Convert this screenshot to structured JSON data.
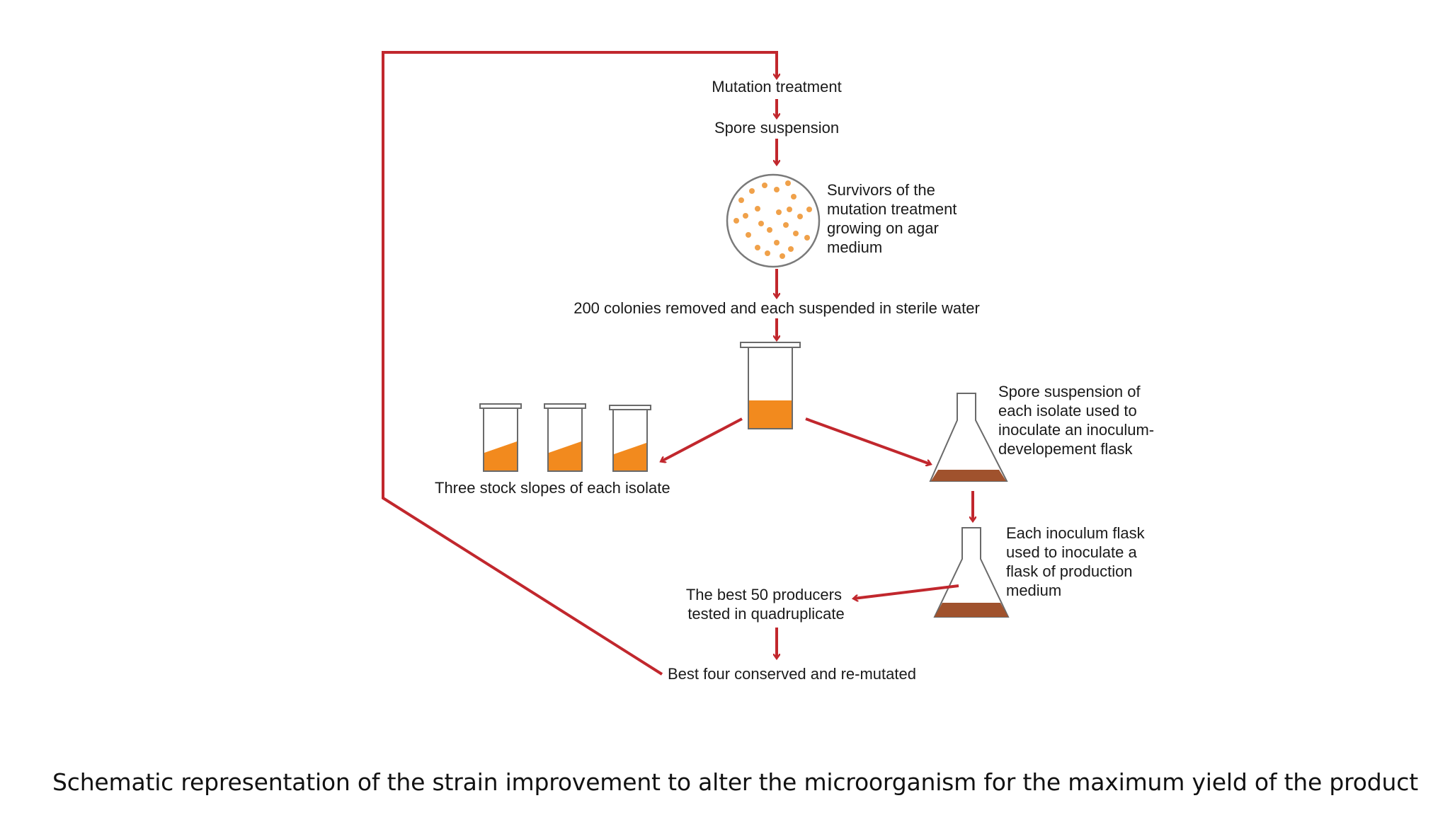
{
  "colors": {
    "arrow": "#c1272d",
    "culture": "#f28a1e",
    "flask_medium": "#a0522d",
    "colony": "#f0a14a",
    "outline": "#5a5a5a"
  },
  "labels": {
    "mutation_treatment": "Mutation treatment",
    "spore_suspension": "Spore suspension",
    "survivors": [
      "Survivors of the",
      "mutation treatment",
      "growing on agar",
      "medium"
    ],
    "colonies_removed": "200 colonies removed and each suspended in sterile water",
    "stock_slopes": "Three stock slopes of each isolate",
    "spore_suspension_flask": [
      "Spore suspension of",
      "each isolate used to",
      "inoculate an inoculum-",
      "developement flask"
    ],
    "inoculum_flask": [
      "Each inoculum flask",
      "used to inoculate a",
      "flask of production",
      "medium"
    ],
    "best_50": [
      "The best 50 producers",
      "tested in quadruplicate"
    ],
    "best_four": "Best four conserved and re-mutated"
  },
  "caption": "Schematic representation of the strain improvement to alter the microorganism for the maximum yield of the product"
}
